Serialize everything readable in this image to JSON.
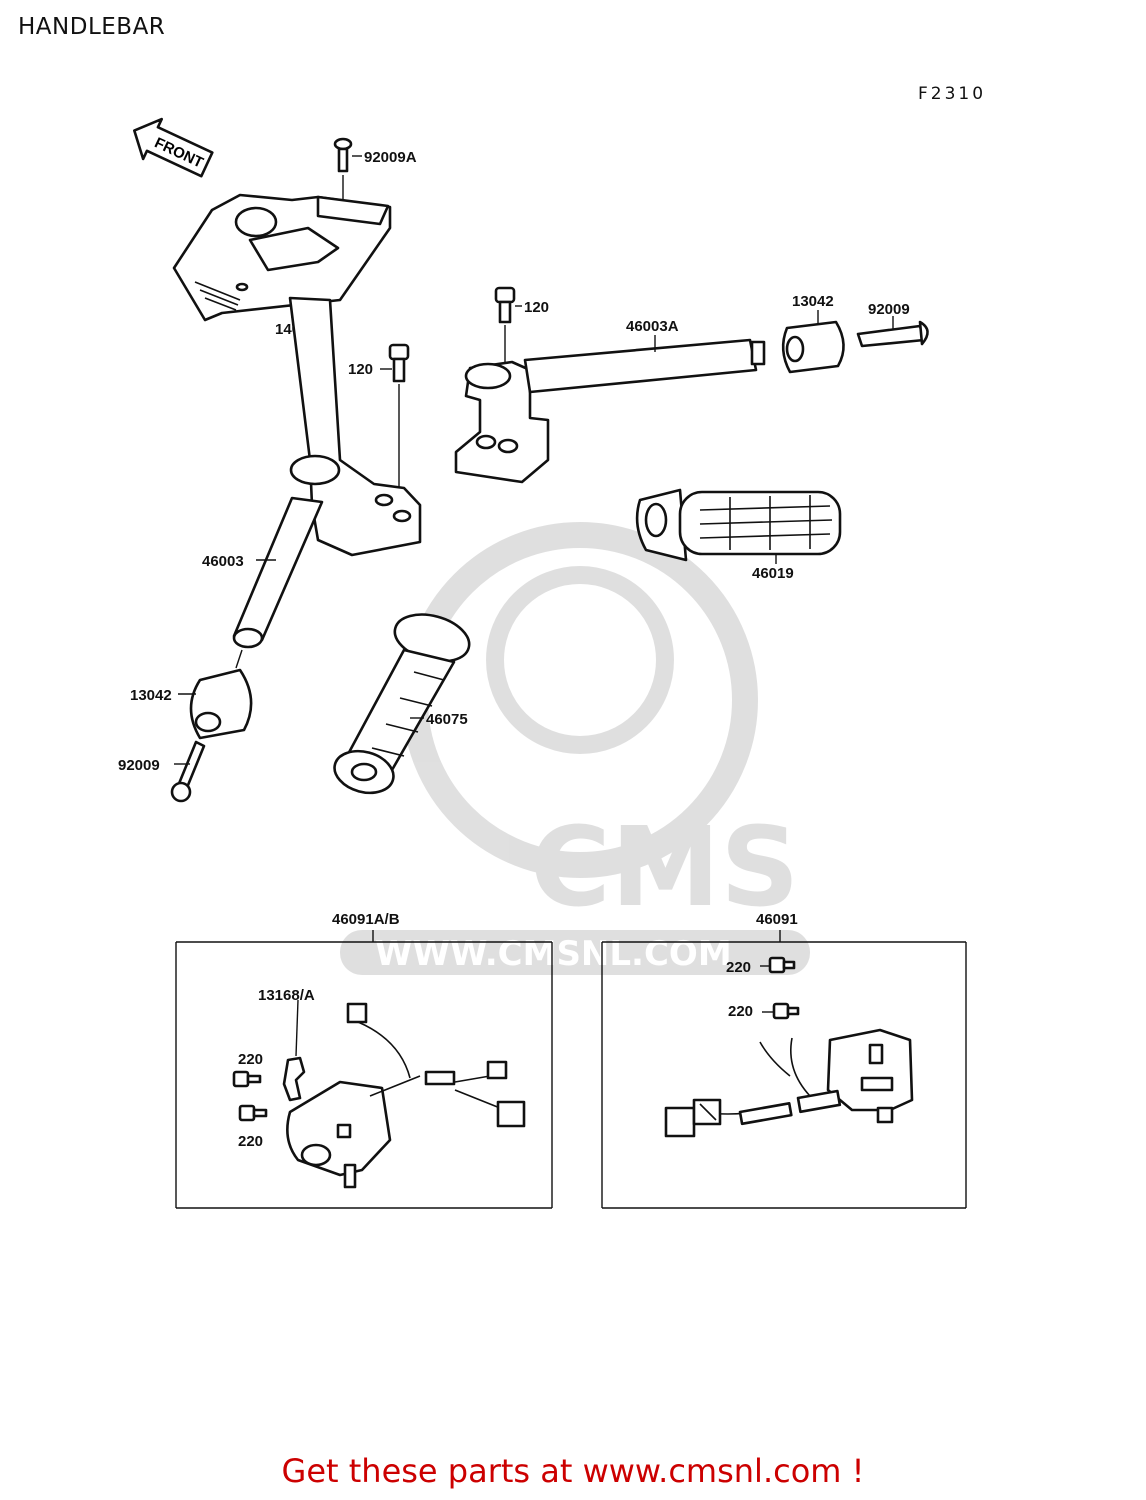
{
  "title": "HANDLEBAR",
  "figure_code": "F2310",
  "front_label": "FRONT",
  "watermark": {
    "logo": "CMS",
    "url": "WWW.CMSNL.COM"
  },
  "labels": {
    "p92009A": "92009A",
    "p14024": "14024",
    "p120_top": "120",
    "p120_left": "120",
    "p46003A": "46003A",
    "p13042_right": "13042",
    "p92009_right": "92009",
    "p46003": "46003",
    "p46019": "46019",
    "p13042_left": "13042",
    "p46075": "46075",
    "p92009_left": "92009",
    "p46091AB": "46091A/B",
    "p46091": "46091",
    "p13168A": "13168/A",
    "p220_a": "220",
    "p220_b": "220",
    "p220_c": "220",
    "p220_d": "220"
  },
  "footer": "Get these parts at www.cmsnl.com !"
}
